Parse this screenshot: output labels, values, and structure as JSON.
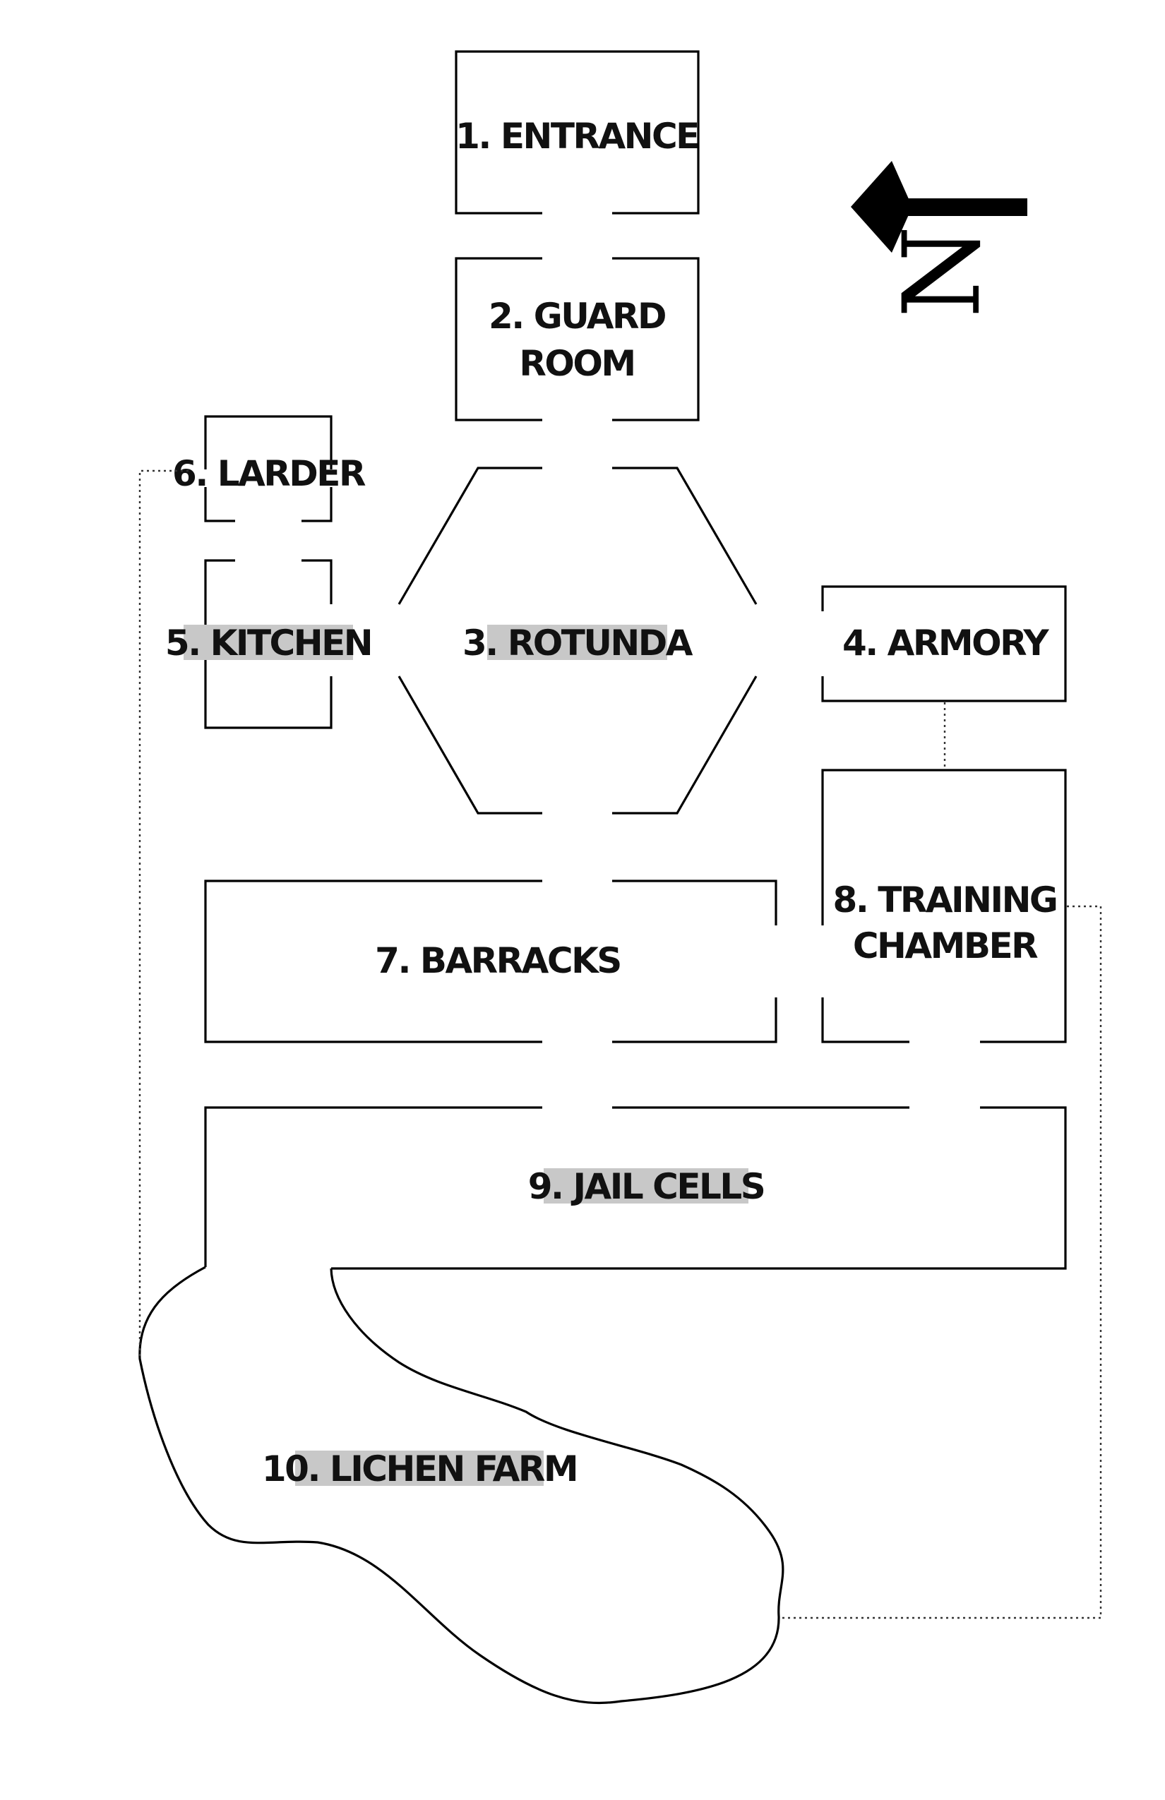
{
  "rooms": {
    "entrance": "1. ENTRANCE",
    "guard_room_line1": "2. GUARD",
    "guard_room_line2": "ROOM",
    "rotunda": "3. ROTUNDA",
    "armory": "4. ARMORY",
    "kitchen": "5. KITCHEN",
    "larder": "6. LARDER",
    "barracks": "7. BARRACKS",
    "training_line1": "8. TRAINING",
    "training_line2": "CHAMBER",
    "jail_cells": "9. JAIL CELLS",
    "lichen_farm": "10. LICHEN FARM"
  },
  "highlighted_rooms": [
    "3. ROTUNDA",
    "5. KITCHEN",
    "9. JAIL CELLS",
    "10. LICHEN FARM"
  ],
  "compass": {
    "letter": "N",
    "icon": "north-arrow-icon"
  },
  "colors": {
    "wall": "#000000",
    "highlight": "#c8c8c8",
    "background": "#ffffff"
  }
}
